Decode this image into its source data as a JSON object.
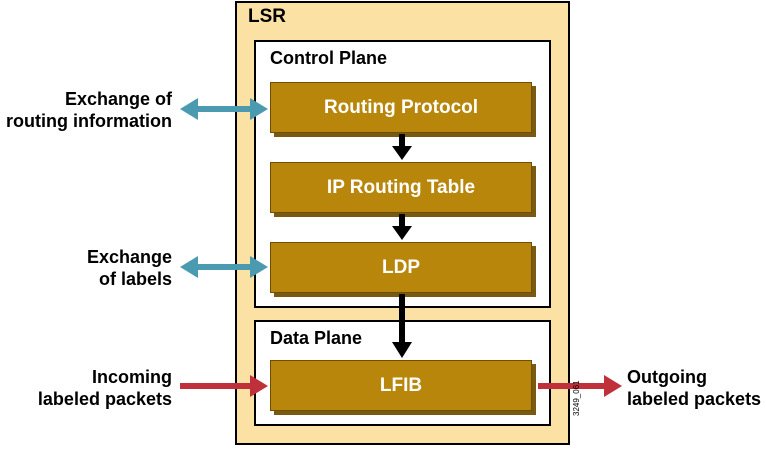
{
  "lsr": {
    "title": "LSR"
  },
  "control_plane": {
    "title": "Control Plane",
    "boxes": [
      "Routing Protocol",
      "IP Routing Table",
      "LDP"
    ]
  },
  "data_plane": {
    "title": "Data Plane",
    "box": "LFIB"
  },
  "side_labels": {
    "routing_info": [
      "Exchange of",
      "routing information"
    ],
    "labels": [
      "Exchange",
      "of labels"
    ],
    "incoming": [
      "Incoming",
      "labeled packets"
    ],
    "outgoing": [
      "Outgoing",
      "labeled packets"
    ]
  },
  "figure_code": "3249_061",
  "colors": {
    "box_fill": "#b8860b",
    "lsr_fill": "#fbe1a4",
    "teal_arrow": "#4a9bb0",
    "red_arrow": "#c0303a"
  }
}
